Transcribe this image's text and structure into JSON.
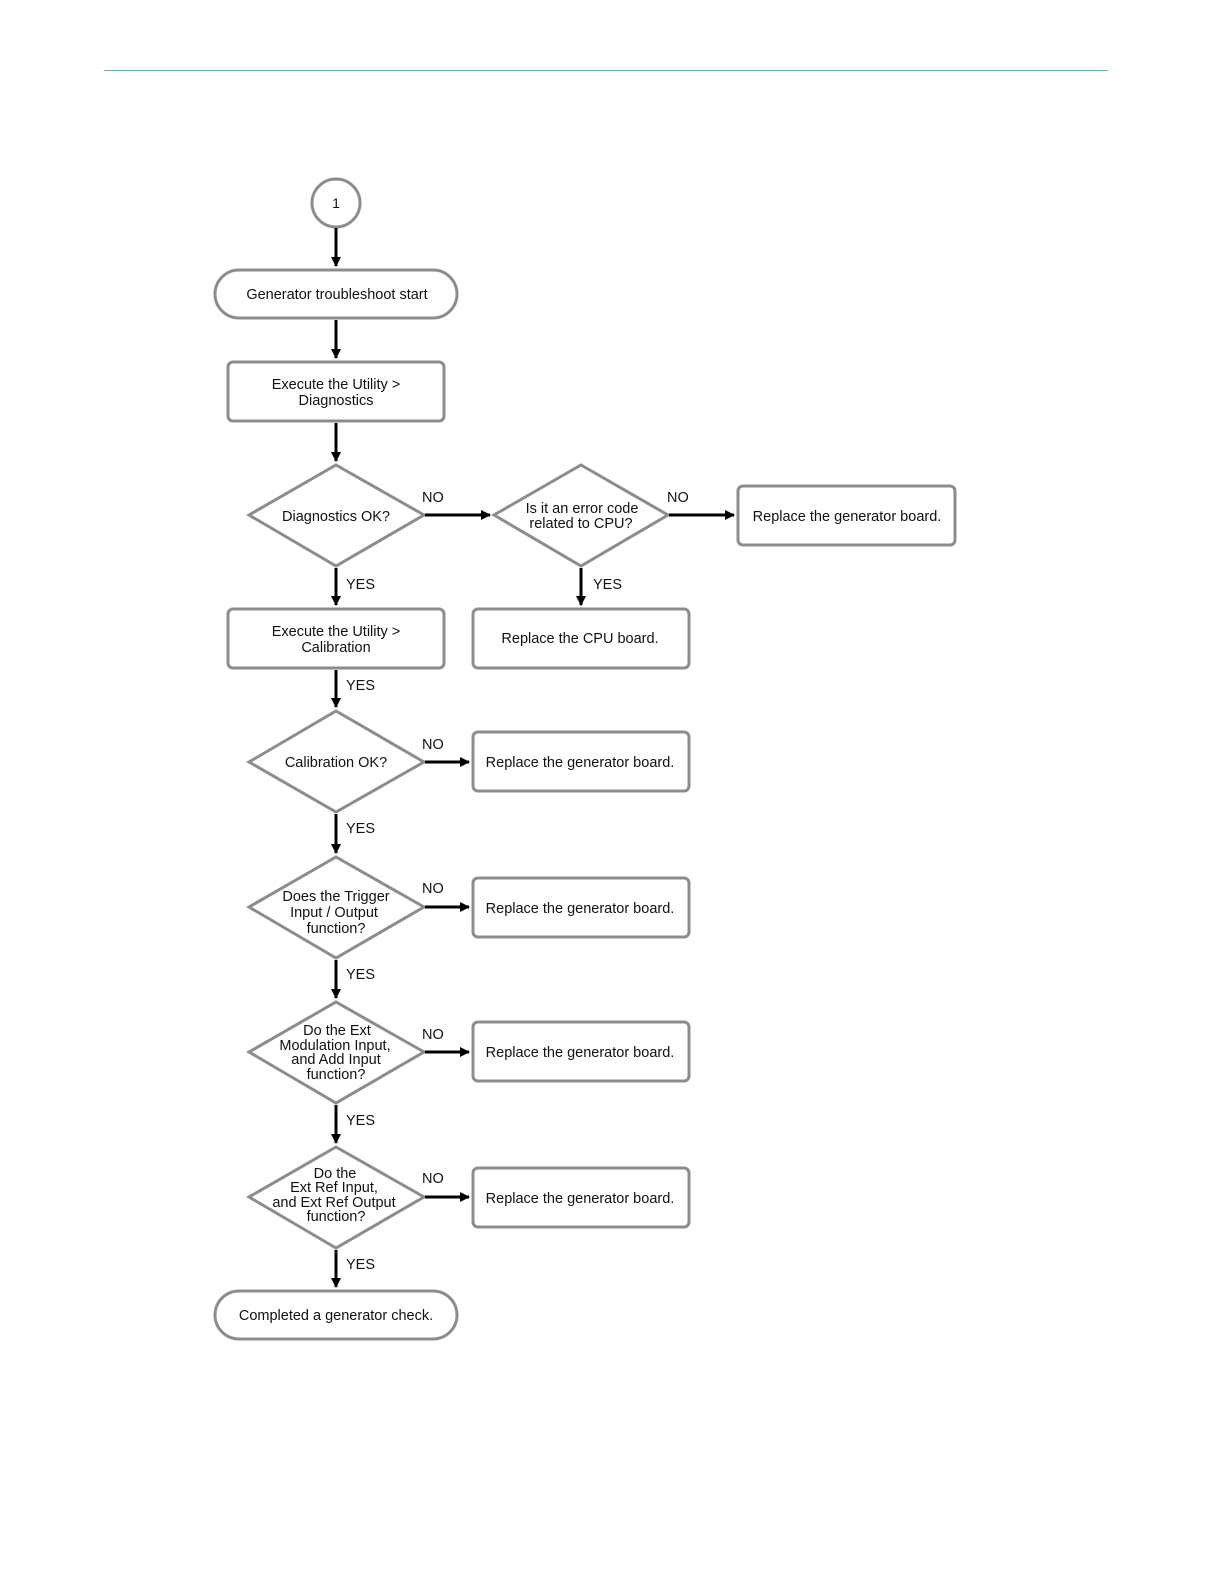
{
  "connector": "1",
  "start": "Generator troubleshoot start",
  "steps": {
    "diagnostics": [
      "Execute the Utility >",
      "Diagnostics"
    ],
    "calibration": [
      "Execute the Utility >",
      "Calibration"
    ]
  },
  "decisions": {
    "diagnostics_ok": [
      "Diagnostics OK?"
    ],
    "cpu_error": [
      "Is it an error code",
      "related to CPU?"
    ],
    "calibration_ok": [
      "Calibration OK?"
    ],
    "trigger": [
      "Does the Trigger",
      "Input / Output",
      "function?"
    ],
    "ext_mod": [
      "Do the Ext",
      "Modulation Input,",
      "and Add Input",
      "function?"
    ],
    "ext_ref": [
      "Do the",
      "Ext Ref Input,",
      "and Ext Ref Output",
      "function?"
    ]
  },
  "actions": {
    "replace_generator": "Replace the generator board.",
    "replace_cpu": "Replace the CPU board."
  },
  "end": "Completed a generator check.",
  "edge_labels": {
    "yes": "YES",
    "no": "NO"
  },
  "colors": {
    "rule": "#5fb3c4",
    "shape_stroke": "#8c8c8c",
    "arrow": "#000000"
  }
}
